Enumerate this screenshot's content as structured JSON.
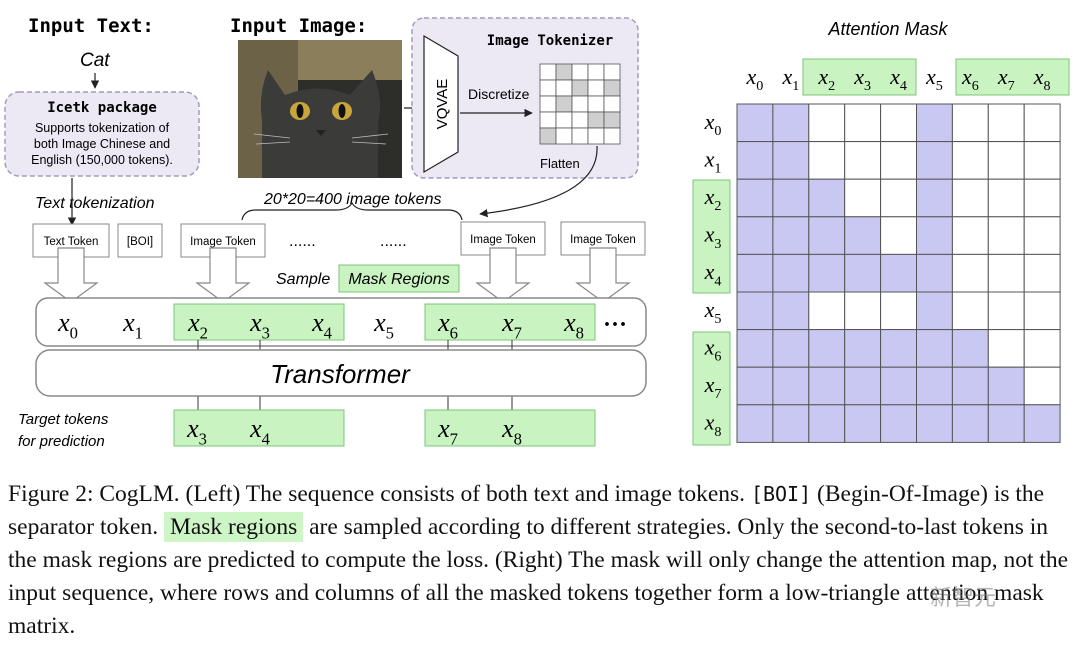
{
  "left": {
    "input_text_title": "Input Text:",
    "input_text_value": "Cat",
    "input_image_title": "Input Image:",
    "icetk_title": "Icetk package",
    "icetk_lines": [
      "Supports tokenization of",
      "both Image Chinese and",
      "English (150,000 tokens)."
    ],
    "tokenizer_title": "Image Tokenizer",
    "vqvae": "VQVAE",
    "discretize": "Discretize",
    "flatten": "Flatten",
    "text_tokenization": "Text tokenization",
    "image_tokens_note": "20*20=400 image tokens",
    "token_boxes": [
      "Text Token",
      "[BOI]",
      "Image Token",
      "Image Token",
      "Image Token"
    ],
    "dots": [
      "......",
      "......"
    ],
    "sample_label": "Sample",
    "mask_regions_label": "Mask Regions",
    "sequence": [
      {
        "base": "x",
        "sub": "0"
      },
      {
        "base": "x",
        "sub": "1"
      },
      {
        "base": "x",
        "sub": "2"
      },
      {
        "base": "x",
        "sub": "3"
      },
      {
        "base": "x",
        "sub": "4"
      },
      {
        "base": "x",
        "sub": "5"
      },
      {
        "base": "x",
        "sub": "6"
      },
      {
        "base": "x",
        "sub": "7"
      },
      {
        "base": "x",
        "sub": "8"
      }
    ],
    "sequence_ellipsis": "···",
    "transformer": "Transformer",
    "target_label_lines": [
      "Target tokens",
      "for prediction"
    ],
    "targets": [
      {
        "base": "x",
        "sub": "3"
      },
      {
        "base": "x",
        "sub": "4"
      },
      {
        "base": "x",
        "sub": "7"
      },
      {
        "base": "x",
        "sub": "8"
      }
    ]
  },
  "right": {
    "title": "Attention Mask",
    "labels": [
      {
        "base": "x",
        "sub": "0"
      },
      {
        "base": "x",
        "sub": "1"
      },
      {
        "base": "x",
        "sub": "2"
      },
      {
        "base": "x",
        "sub": "3"
      },
      {
        "base": "x",
        "sub": "4"
      },
      {
        "base": "x",
        "sub": "5"
      },
      {
        "base": "x",
        "sub": "6"
      },
      {
        "base": "x",
        "sub": "7"
      },
      {
        "base": "x",
        "sub": "8"
      }
    ],
    "grid": [
      [
        1,
        1,
        0,
        0,
        0,
        1,
        0,
        0,
        0
      ],
      [
        1,
        1,
        0,
        0,
        0,
        1,
        0,
        0,
        0
      ],
      [
        1,
        1,
        1,
        0,
        0,
        1,
        0,
        0,
        0
      ],
      [
        1,
        1,
        1,
        1,
        0,
        1,
        0,
        0,
        0
      ],
      [
        1,
        1,
        1,
        1,
        1,
        1,
        0,
        0,
        0
      ],
      [
        1,
        1,
        0,
        0,
        0,
        1,
        0,
        0,
        0
      ],
      [
        1,
        1,
        1,
        1,
        1,
        1,
        1,
        0,
        0
      ],
      [
        1,
        1,
        1,
        1,
        1,
        1,
        1,
        1,
        0
      ],
      [
        1,
        1,
        1,
        1,
        1,
        1,
        1,
        1,
        1
      ]
    ]
  },
  "caption": {
    "p1": "Figure 2: CogLM. (Left) The sequence consists of both text and image tokens.",
    "code": "[BOI]",
    "p2": "(Begin-Of-Image) is the separator token.",
    "highlight": "Mask regions",
    "p3": "are sampled according to different strategies. Only the second-to-last tokens in the mask regions are predicted to compute the loss. (Right) The mask will only change the attention map, not the input sequence, where rows and columns of all the masked tokens together form a low-triangle attention mask matrix."
  },
  "watermark": "新智元",
  "colors": {
    "green": "#c9f4c2",
    "green_border": "#7cc477",
    "purple_cell": "#c9c8f2",
    "lavender_box": "#ece8f4",
    "gray_cell": "#cfcfcf"
  }
}
